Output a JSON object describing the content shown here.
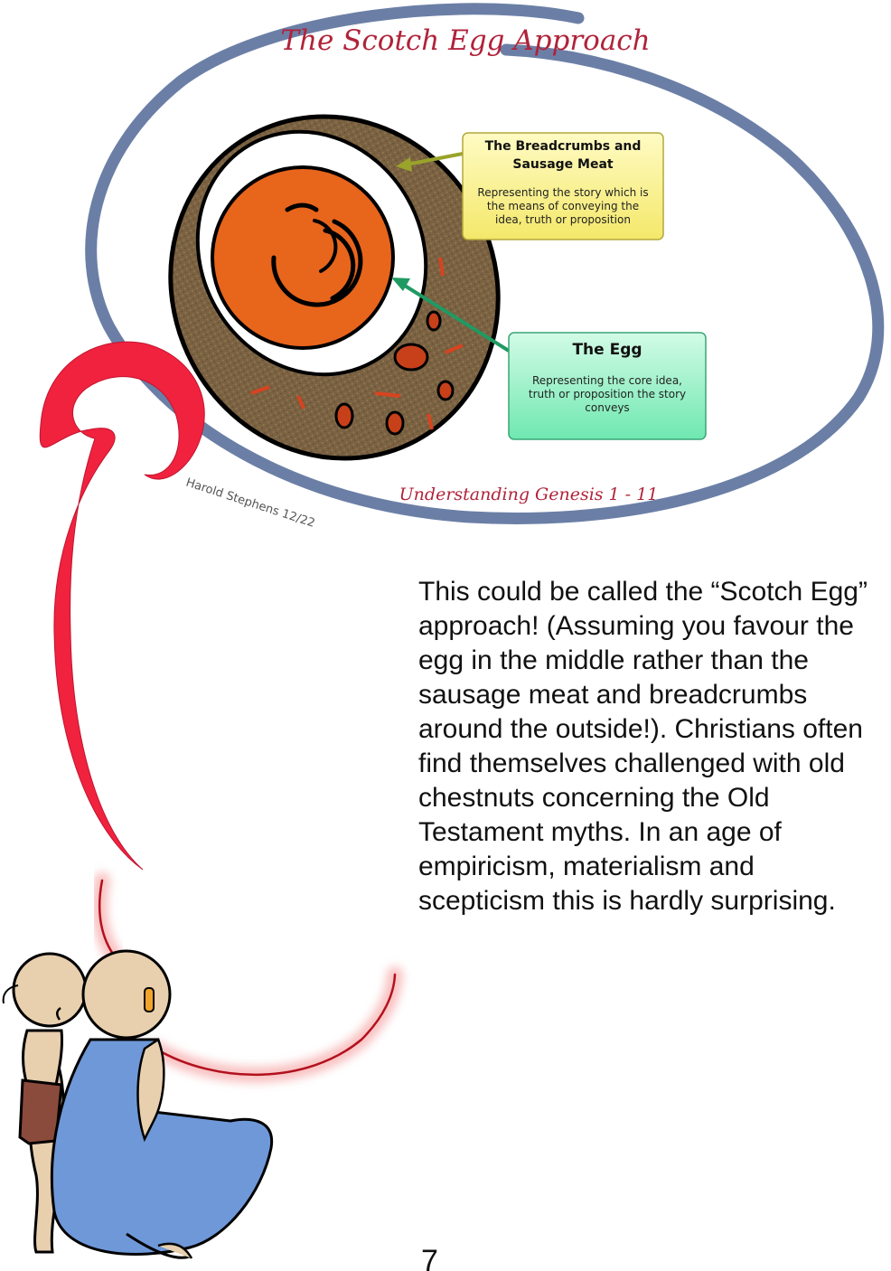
{
  "diagram": {
    "title": "The Scotch Egg Approach",
    "subtitle": "Understanding Genesis 1 - 11",
    "signature": "Harold Stephens 12/22",
    "breadcrumbs_box": {
      "title_line1": "The Breadcrumbs and",
      "title_line2": "Sausage Meat",
      "body_line1": "Representing the story which is",
      "body_line2": "the means of conveying the",
      "body_line3": "idea, truth or proposition"
    },
    "egg_box": {
      "title": "The Egg",
      "body_line1": "Representing the core idea,",
      "body_line2": "truth or proposition the story",
      "body_line3": "conveys"
    },
    "colors": {
      "outer_loop": "#6b7fa6",
      "sausage": "#7a6242",
      "yolk": "#e8651c",
      "spiral": "#f0223e",
      "breadcrumbs_box_fill": "#fbf39a",
      "egg_box_fill": "#8ef0c4",
      "title_red": "#b0233a"
    }
  },
  "text": {
    "paragraph": "This could be called the “Scotch Egg” approach! (Assuming you favour the egg in the middle rather than the sausage meat and breadcrumbs around the outside!). Christians often find themselves challenged with old chestnuts concerning the Old Testament myths.  In an age of empiricism, materialism and scepticism this is hardly surprising.",
    "page_number": "7"
  }
}
